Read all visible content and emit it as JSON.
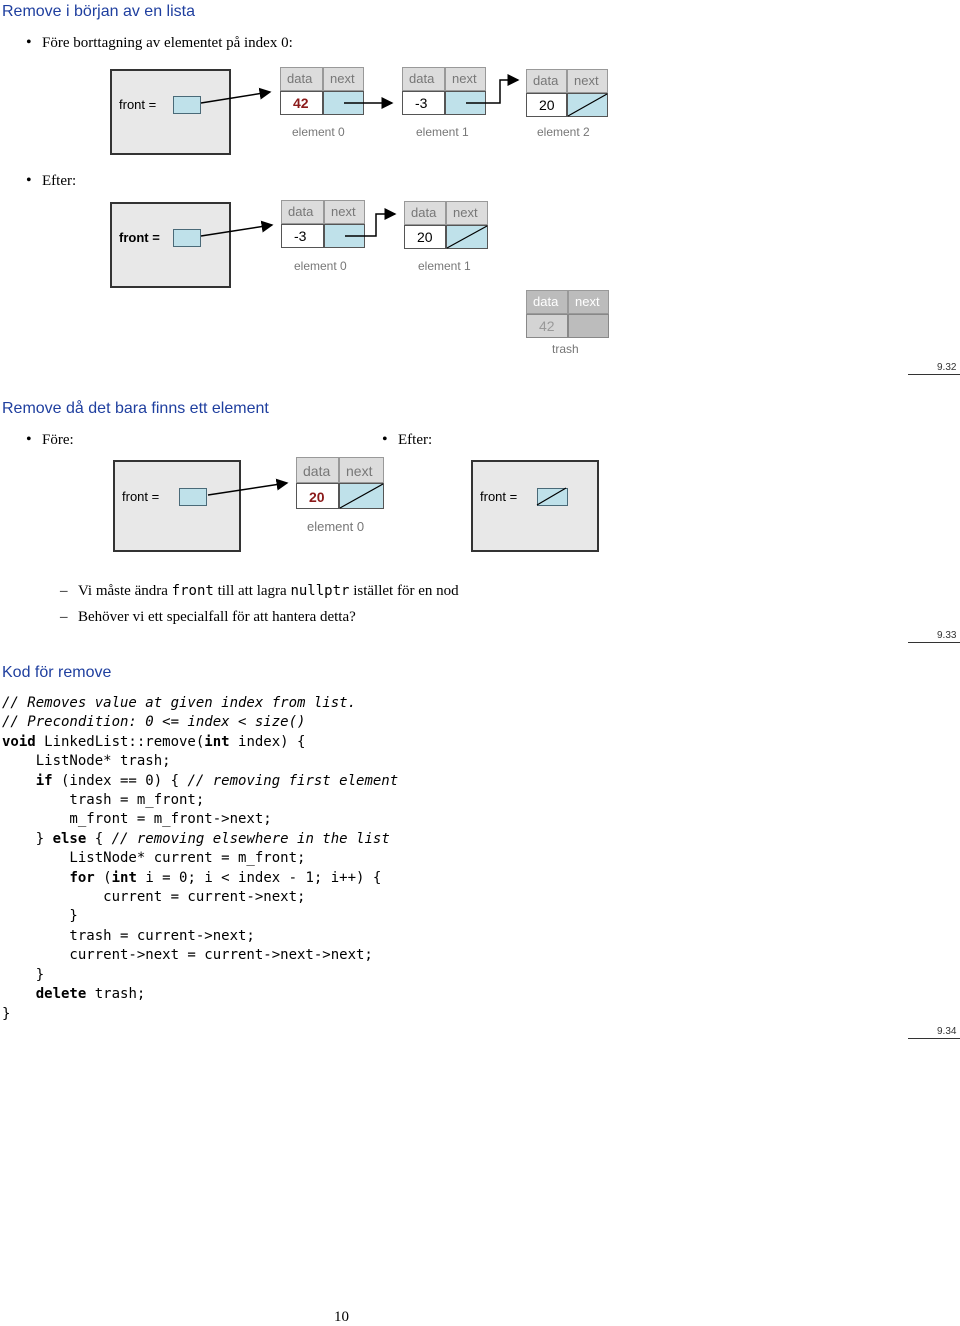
{
  "s1": {
    "title": "Remove i början av en lista",
    "bullet_before": "Före borttagning av elementet på index 0:",
    "front": "front   =",
    "elements": [
      {
        "data_h": "data",
        "next_h": "next",
        "value": "42",
        "name": "element 0"
      },
      {
        "data_h": "data",
        "next_h": "next",
        "value": "-3",
        "name": "element 1"
      },
      {
        "data_h": "data",
        "next_h": "next",
        "value": "20",
        "name": "element 2"
      }
    ],
    "bullet_after": "Efter:",
    "after_front": "front   =",
    "after_elements": [
      {
        "data_h": "data",
        "next_h": "next",
        "value": "-3",
        "name": "element 0"
      },
      {
        "data_h": "data",
        "next_h": "next",
        "value": "20",
        "name": "element 1"
      }
    ],
    "trash": {
      "data_h": "data",
      "next_h": "next",
      "value": "42",
      "name": "trash"
    },
    "page": "9.32"
  },
  "s2": {
    "title": "Remove då det bara finns ett element",
    "before": "Före:",
    "after": "Efter:",
    "front": "front   =",
    "element": {
      "data_h": "data",
      "next_h": "next",
      "value": "20",
      "name": "element 0"
    },
    "after_front": "front   =",
    "dash1_a": "Vi måste ändra",
    "dash1_code1": "front",
    "dash1_b": "till att lagra",
    "dash1_code2": "nullptr",
    "dash1_c": "istället för en nod",
    "dash2": "Behöver vi ett specialfall för att hantera detta?",
    "page": "9.33"
  },
  "s3": {
    "title": "Kod för remove",
    "code": [
      "// Removes value at given index from list.",
      "// Precondition: 0 <= index < size()",
      "void LinkedList::remove(int index) {",
      "    ListNode* trash;",
      "    if (index == 0) { // removing first element",
      "        trash = m_front;",
      "        m_front = m_front->next;",
      "    } else { // removing elsewhere in the list",
      "        ListNode* current = m_front;",
      "        for (int i = 0; i < index - 1; i++) {",
      "            current = current->next;",
      "        }",
      "        trash = current->next;",
      "        current->next = current->next->next;",
      "    }",
      "    delete trash;",
      "}"
    ],
    "page": "9.34"
  },
  "page_number": "10",
  "colors": {
    "heading": "#1f3f9f",
    "pointer": "#bfe1ea",
    "value_red": "#8b1a1a"
  }
}
